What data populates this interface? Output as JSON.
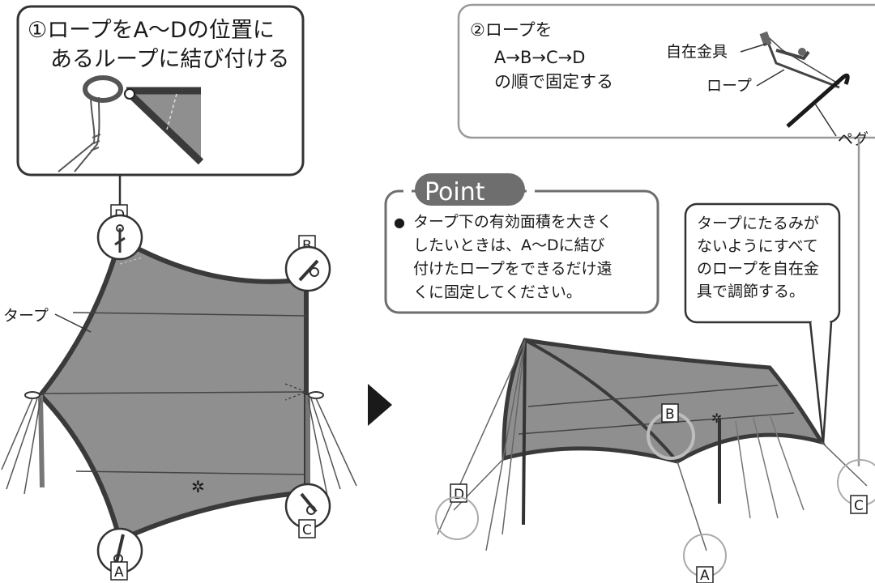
{
  "step1": {
    "line1": "①ロープをA〜Dの位置に",
    "line2": "あるループに結び付ける"
  },
  "step2": {
    "line1": "②ロープを",
    "line2": "A→B→C→D",
    "line3": "の順で固定する"
  },
  "hardware_labels": {
    "adjuster": "自在金具",
    "rope": "ロープ",
    "peg": "ペグ"
  },
  "tarp_label": "タープ",
  "point": {
    "title": "Point",
    "bullet": "●",
    "lines": [
      "タープ下の有効面積を大きく",
      "したいときは、A〜Dに結び",
      "付けたロープをできるだけ遠",
      "くに固定してください。"
    ]
  },
  "note": {
    "lines": [
      "タープにたるみが",
      "ないようにすべて",
      "のロープを自在金",
      "具で調節する。"
    ]
  },
  "corners": {
    "a": "A",
    "b": "B",
    "c": "C",
    "d": "D"
  },
  "colors": {
    "tarp_fill": "#8f8f8f",
    "tarp_edge": "#3a3a3a",
    "point_pill": "#6e6e6e",
    "box_border": "#9a9a9a"
  }
}
